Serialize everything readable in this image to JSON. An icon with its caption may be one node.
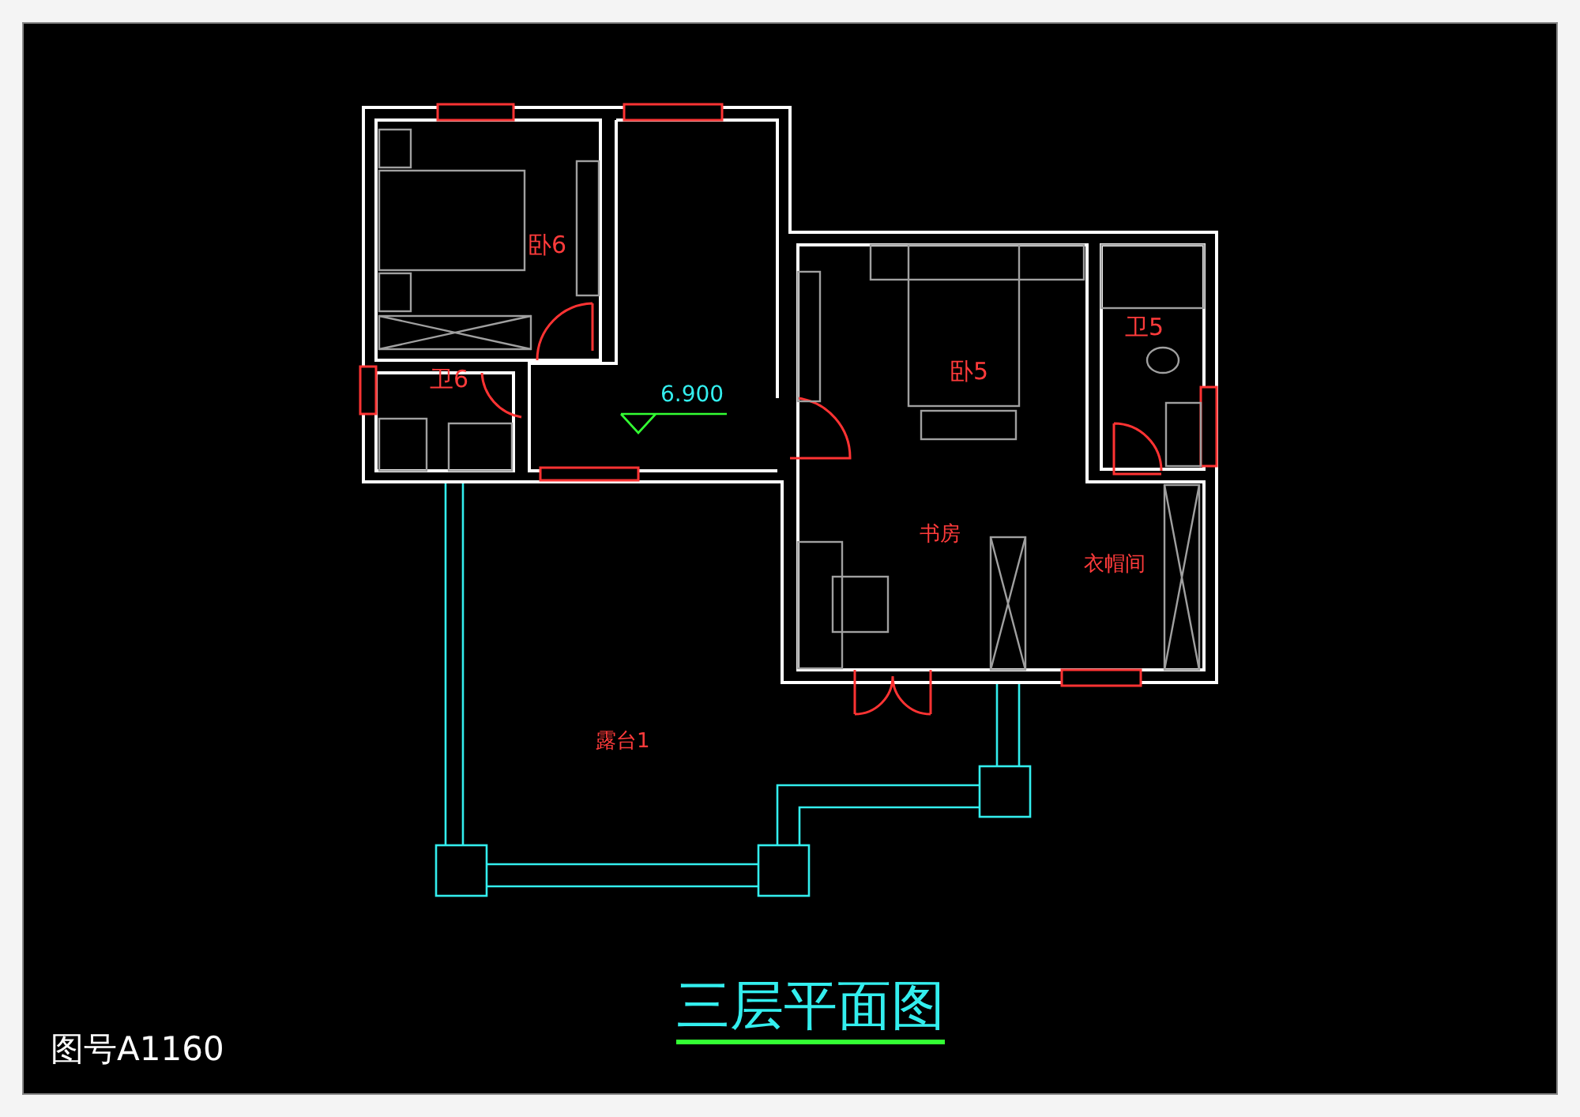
{
  "diagram": {
    "title": "三层平面图",
    "labels": [
      "卧6",
      "卫6",
      "6.900",
      "卧5",
      "卫5",
      "书房",
      "衣帽间",
      "露台1",
      "图号A1160"
    ]
  }
}
